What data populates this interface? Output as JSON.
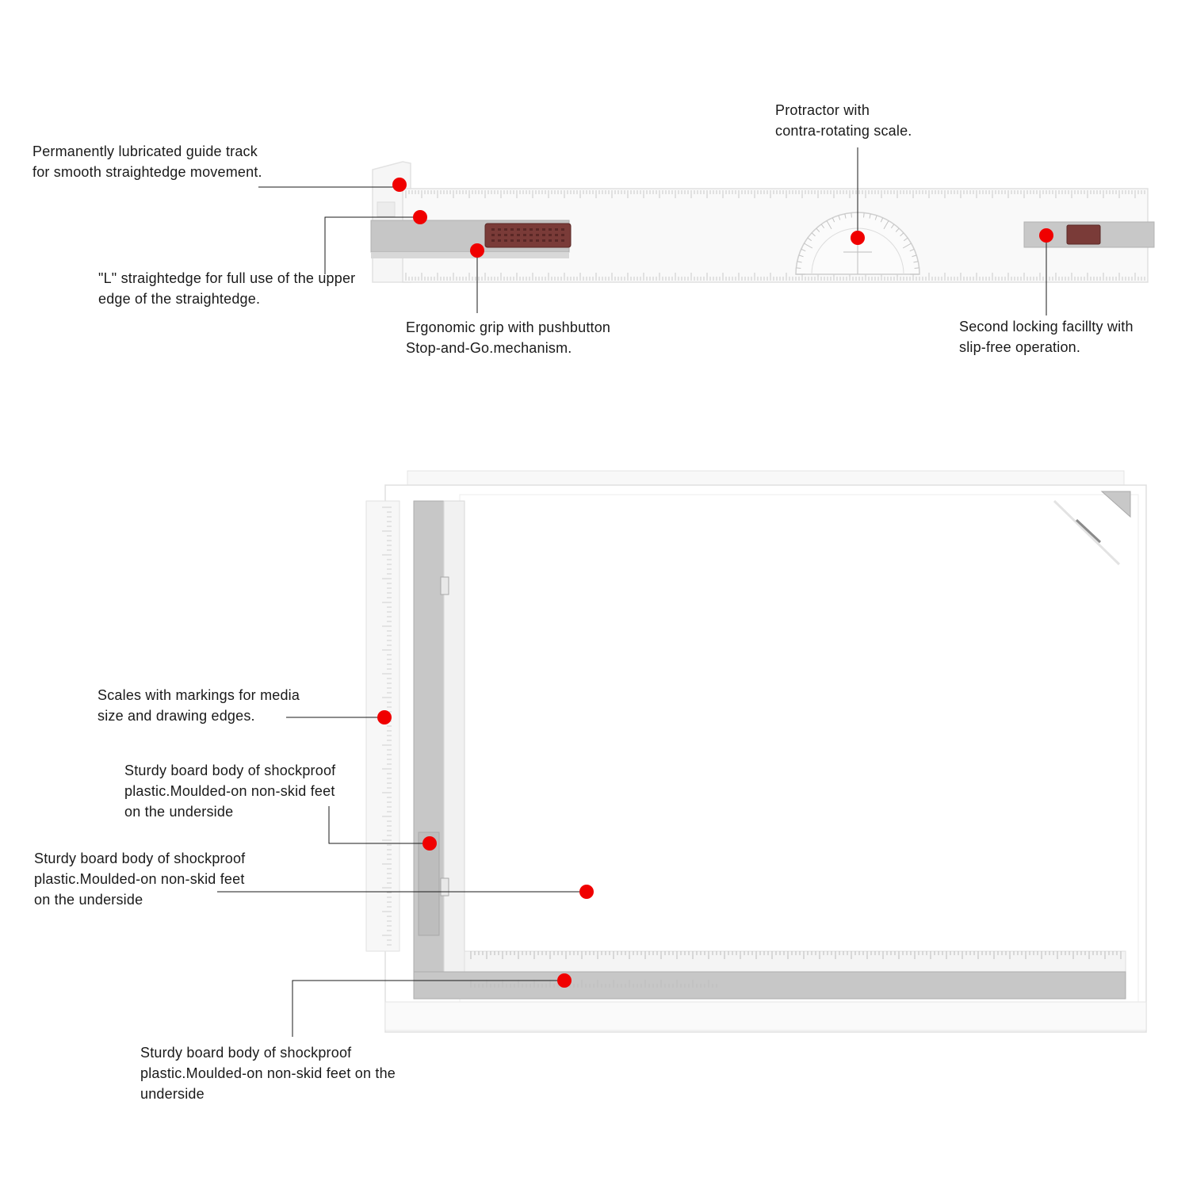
{
  "accent_color": "#f00000",
  "callouts": {
    "guide_track": "Permanently lubricated guide track\nfor smooth straightedge movement.",
    "l_straightedge": "\"L\" straightedge for full use of the upper\nedge of the straightedge.",
    "ergonomic_grip": "Ergonomic grip with pushbutton\nStop-and-Go.mechanism.",
    "protractor": "Protractor with\ncontra-rotating scale.",
    "second_lock": "Second locking facillty with\nslip-free operation.",
    "scales": "Scales with markings for media\nsize and drawing edges.",
    "board_body_1": "Sturdy board body of shockproof\nplastic.Moulded-on non-skid feet\non the underside",
    "board_body_2": "Sturdy board body of shockproof\nplastic.Moulded-on non-skid feet\non the underside",
    "board_body_3": "Sturdy board body of shockproof\nplastic.Moulded-on non-skid feet on the\nunderside"
  }
}
